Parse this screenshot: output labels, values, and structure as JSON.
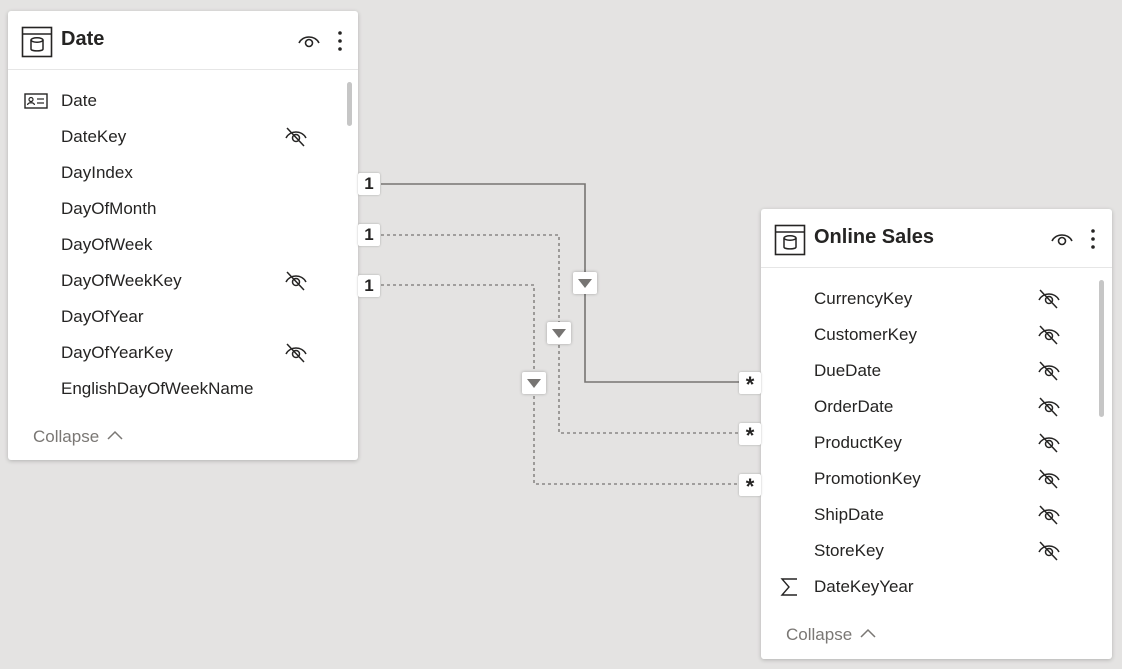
{
  "tables": {
    "date": {
      "title": "Date",
      "fields": [
        {
          "label": "Date",
          "type_icon": "hierarchy-icon",
          "hidden": false
        },
        {
          "label": "DateKey",
          "type_icon": "",
          "hidden": true
        },
        {
          "label": "DayIndex",
          "type_icon": "",
          "hidden": false
        },
        {
          "label": "DayOfMonth",
          "type_icon": "",
          "hidden": false
        },
        {
          "label": "DayOfWeek",
          "type_icon": "",
          "hidden": false
        },
        {
          "label": "DayOfWeekKey",
          "type_icon": "",
          "hidden": true
        },
        {
          "label": "DayOfYear",
          "type_icon": "",
          "hidden": false
        },
        {
          "label": "DayOfYearKey",
          "type_icon": "",
          "hidden": true
        },
        {
          "label": "EnglishDayOfWeekName",
          "type_icon": "",
          "hidden": false
        }
      ],
      "collapse_label": "Collapse"
    },
    "online_sales": {
      "title": "Online Sales",
      "fields": [
        {
          "label": "CurrencyKey",
          "type_icon": "",
          "hidden": true
        },
        {
          "label": "CustomerKey",
          "type_icon": "",
          "hidden": true
        },
        {
          "label": "DueDate",
          "type_icon": "",
          "hidden": true
        },
        {
          "label": "OrderDate",
          "type_icon": "",
          "hidden": true
        },
        {
          "label": "ProductKey",
          "type_icon": "",
          "hidden": true
        },
        {
          "label": "PromotionKey",
          "type_icon": "",
          "hidden": true
        },
        {
          "label": "ShipDate",
          "type_icon": "",
          "hidden": true
        },
        {
          "label": "StoreKey",
          "type_icon": "",
          "hidden": true
        },
        {
          "label": "DateKeyYear",
          "type_icon": "sigma-icon",
          "hidden": false
        }
      ],
      "collapse_label": "Collapse"
    }
  },
  "relationships": [
    {
      "from_cardinality": "1",
      "to_cardinality": "*",
      "style": "solid",
      "active": true
    },
    {
      "from_cardinality": "1",
      "to_cardinality": "*",
      "style": "dashed",
      "active": false
    },
    {
      "from_cardinality": "1",
      "to_cardinality": "*",
      "style": "dashed",
      "active": false
    }
  ],
  "colors": {
    "canvas": "#e4e3e2",
    "card": "#ffffff",
    "text": "#252423",
    "muted_text": "#7a7774",
    "line": "#8a8886"
  }
}
